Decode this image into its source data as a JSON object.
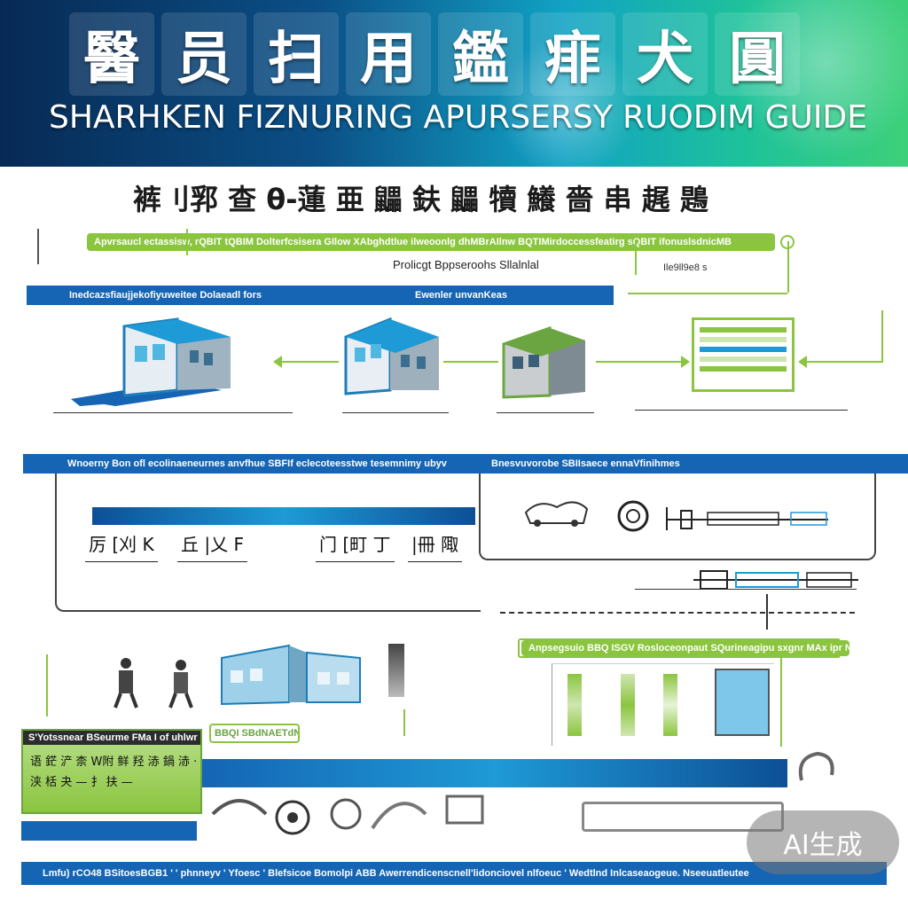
{
  "header": {
    "title_chars": [
      "醫",
      "员",
      "扫",
      "用",
      "鑑",
      "痱",
      "犬",
      "圓"
    ],
    "subtitle": "SHARHKEN FIZNURING APURSERSY RUODIM GUIDE"
  },
  "main_heading": "裤刂郛 查 θ-蓮 亜 鼺 鈇 鼺 犢 鱶 嗇 串 趘 鶗",
  "process_section": {
    "top_green_bar": "Apvrsaucl ectassisw, rQBIT tQBIM Dolterfcsisera GIlow XAbghdtlue ilweoonlg dhMBrAIlnw BQTIMirdoccessfeatirg sQBIT ifonuslsdnicMB",
    "project_label": "Prolicgt Bppseroohs Sllalnlal",
    "right_label": "Ile9ll9e8 s",
    "blue_bar_left": "Inedcazsfiaujjekofiyuweitee Dolaeadl fors",
    "blue_bar_right": "Ewenler unvanKeas"
  },
  "workflow_section": {
    "blue_bar_left": "Wnoerny Bon ofl ecolinaeneurnes anvfhue SBFIf eclecoteesstwe tesemnimy ubyv",
    "blue_bar_right": "Bnesvuvorobe SBIIsaece ennaVfinihmes",
    "stage_labels": [
      "厉 [刈 K",
      "丘 |乂 F",
      "门 [町 丁",
      "|冊 陬"
    ]
  },
  "approval_section": {
    "green_bar": "Anpsegsuio BBQ ISGV Rosloceonpaut SQurineagipu sxgnr MAx ipr NNA"
  },
  "summary_card": {
    "title": "S'Yotssnear BSeurme FMa I of uhlwr",
    "line1": "语 鋩 浐 柰 W附 鲜 羟 浾 鍋 浾 ·",
    "line2": "浃 栝 夬 — 扌 扶 —",
    "small_tag": "BBQI SBdNAETdNaBVB"
  },
  "footer": {
    "bar_text": "Lmfu) rCO48 BSitoesBGB1 ' ' phnneyv ' Yfoesc ' Blefsicoe Bomolpi ABB Awerrendicenscnell'lidonciovel nlfoeuc ' Wedtlnd Inlcaseaogeue. Nseeuatleutee"
  },
  "watermark": "AI生成",
  "colors": {
    "accent_blue": "#1565b4",
    "accent_green": "#8bc53f",
    "header_dark": "#072a55",
    "header_teal": "#11a2c4"
  }
}
